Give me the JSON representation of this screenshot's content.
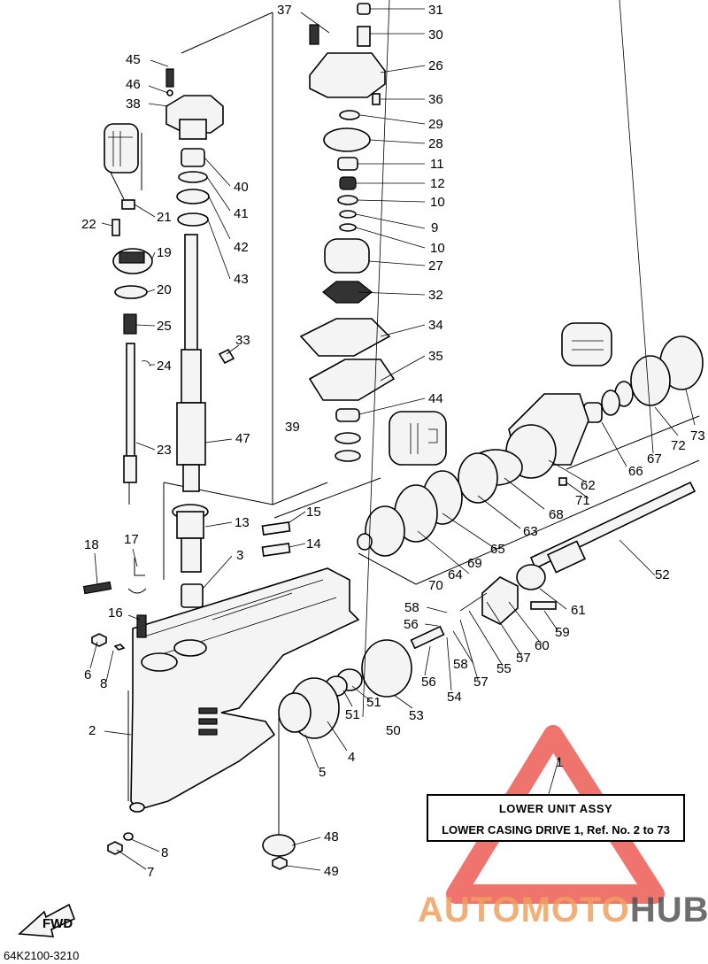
{
  "labels": {
    "p1": "1",
    "p2": "2",
    "p3": "3",
    "p4": "4",
    "p5": "5",
    "p6": "6",
    "p7": "7",
    "p8a": "8",
    "p8b": "8",
    "p9": "9",
    "p10a": "10",
    "p10b": "10",
    "p11": "11",
    "p12": "12",
    "p13": "13",
    "p14": "14",
    "p15": "15",
    "p16": "16",
    "p17": "17",
    "p18": "18",
    "p19": "19",
    "p20": "20",
    "p21": "21",
    "p22": "22",
    "p23": "23",
    "p24": "24",
    "p25": "25",
    "p26": "26",
    "p27": "27",
    "p28": "28",
    "p29": "29",
    "p30": "30",
    "p31": "31",
    "p32": "32",
    "p33": "33",
    "p34": "34",
    "p35": "35",
    "p36": "36",
    "p37": "37",
    "p38": "38",
    "p39": "39",
    "p40": "40",
    "p41": "41",
    "p42": "42",
    "p43": "43",
    "p44": "44",
    "p45": "45",
    "p46": "46",
    "p47": "47",
    "p48": "48",
    "p49": "49",
    "p50": "50",
    "p51a": "51",
    "p51b": "51",
    "p52": "52",
    "p53": "53",
    "p54": "54",
    "p55": "55",
    "p56a": "56",
    "p56b": "56",
    "p57a": "57",
    "p57b": "57",
    "p58a": "58",
    "p58b": "58",
    "p59": "59",
    "p60": "60",
    "p61": "61",
    "p62": "62",
    "p63": "63",
    "p64": "64",
    "p65": "65",
    "p66": "66",
    "p67": "67",
    "p68": "68",
    "p69": "69",
    "p70": "70",
    "p71": "71",
    "p72": "72",
    "p73": "73"
  },
  "title_box": {
    "line1": "LOWER UNIT ASSY",
    "line2": "LOWER CASING DRIVE 1, Ref. No. 2 to 73"
  },
  "fwd_label": "FWD",
  "diagram_code": "64K2100-3210",
  "watermark": {
    "part1": "AUTOMOTO",
    "part2": "HUB"
  },
  "colors": {
    "watermark_accent": "#e8453c",
    "watermark_orange": "#f0a060",
    "watermark_gray": "#555555"
  }
}
